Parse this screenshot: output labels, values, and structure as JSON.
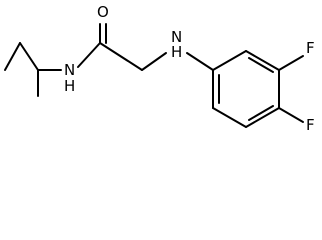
{
  "molecule": {
    "atom_labels": {
      "amide_oxygen": "O",
      "amide_nitrogen": "N",
      "amide_hydrogen": "H",
      "amine_nitrogen": "N",
      "amine_hydrogen": "H",
      "fluorine_3": "F",
      "fluorine_4": "F"
    }
  },
  "colors": {
    "bond": "#000000",
    "label": "#000000",
    "background": "#ffffff"
  }
}
